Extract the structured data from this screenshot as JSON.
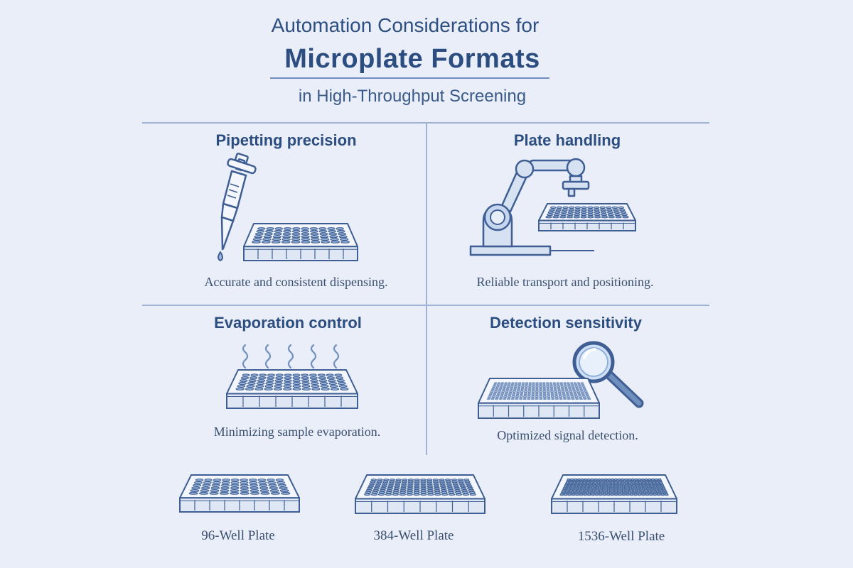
{
  "header": {
    "line1": "Automation Considerations for",
    "line2": "Microplate Formats",
    "line3": "in High-Throughput Screening"
  },
  "quadrants": [
    {
      "title": "Pipetting precision",
      "caption": "Accurate and consistent dispensing.",
      "icon": "pipette-icon"
    },
    {
      "title": "Plate handling",
      "caption": "Reliable transport and positioning.",
      "icon": "robot-arm-icon"
    },
    {
      "title": "Evaporation control",
      "caption": "Minimizing sample evaporation.",
      "icon": "evaporation-icon"
    },
    {
      "title": "Detection sensitivity",
      "caption": "Optimized signal detection.",
      "icon": "magnifier-icon"
    }
  ],
  "plates": [
    {
      "label": "96-Well Plate",
      "icon": "plate-96-icon"
    },
    {
      "label": "384-Well Plate",
      "icon": "plate-384-icon"
    },
    {
      "label": "1536-Well Plate",
      "icon": "plate-1536-icon"
    }
  ],
  "colors": {
    "background": "#e9eef8",
    "ink": "#2b4d80",
    "line": "#3f5f94",
    "well": "#9db7dc",
    "fill": "#f3f6fc"
  }
}
